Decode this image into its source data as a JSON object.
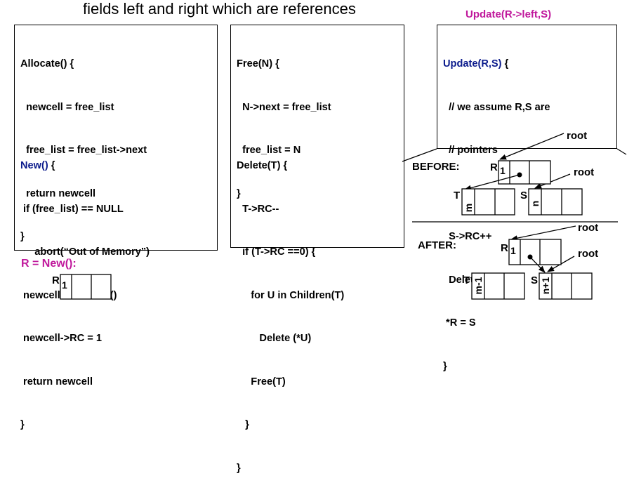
{
  "header": {
    "title": "fields left and right which are references"
  },
  "allocate": {
    "lines": [
      "Allocate() {",
      "  newcell = free_list",
      "  free_list = free_list->next",
      "  return newcell",
      "}"
    ]
  },
  "new_fn": {
    "signature": "New()",
    "brace": " {",
    "lines": [
      " if (free_list) == NULL",
      "     abort(“Out of Memory”)",
      " newcell = allocate()",
      " newcell->RC = 1",
      " return newcell",
      "}"
    ]
  },
  "free_fn": {
    "lines": [
      "Free(N) {",
      "  N->next = free_list",
      "  free_list = N",
      "}"
    ]
  },
  "delete_fn": {
    "lines": [
      "Delete(T) {",
      "  T->RC--",
      "  if (T->RC ==0) {",
      "     for U in Children(T)",
      "        Delete (*U)",
      "     Free(T)",
      "   }",
      "}"
    ]
  },
  "update_call": "Update(R->left,S)",
  "update_fn": {
    "signature": "Update(R,S)",
    "brace": " {",
    "lines": [
      "  // we assume R,S are",
      "  // pointers",
      "",
      "  S->RC++",
      "  Delete(*R)",
      " *R = S",
      "}"
    ]
  },
  "new_demo": {
    "label": "R = New():",
    "var": "R",
    "count": "1"
  },
  "before": {
    "label": "BEFORE:",
    "root_top": "root",
    "root_right": "root",
    "r": {
      "var": "R",
      "count": "1"
    },
    "t": {
      "var": "T",
      "count": "m"
    },
    "s": {
      "var": "S",
      "count": "n"
    }
  },
  "after": {
    "label": "AFTER:",
    "root_top": "root",
    "root_right": "root",
    "r": {
      "var": "R",
      "count": "1"
    },
    "t": {
      "var": "T",
      "count": "m-1"
    },
    "s": {
      "var": "S",
      "count": "n+1"
    }
  },
  "colors": {
    "keyword_blue": "#0b1b8c",
    "magenta": "#c0189c"
  }
}
